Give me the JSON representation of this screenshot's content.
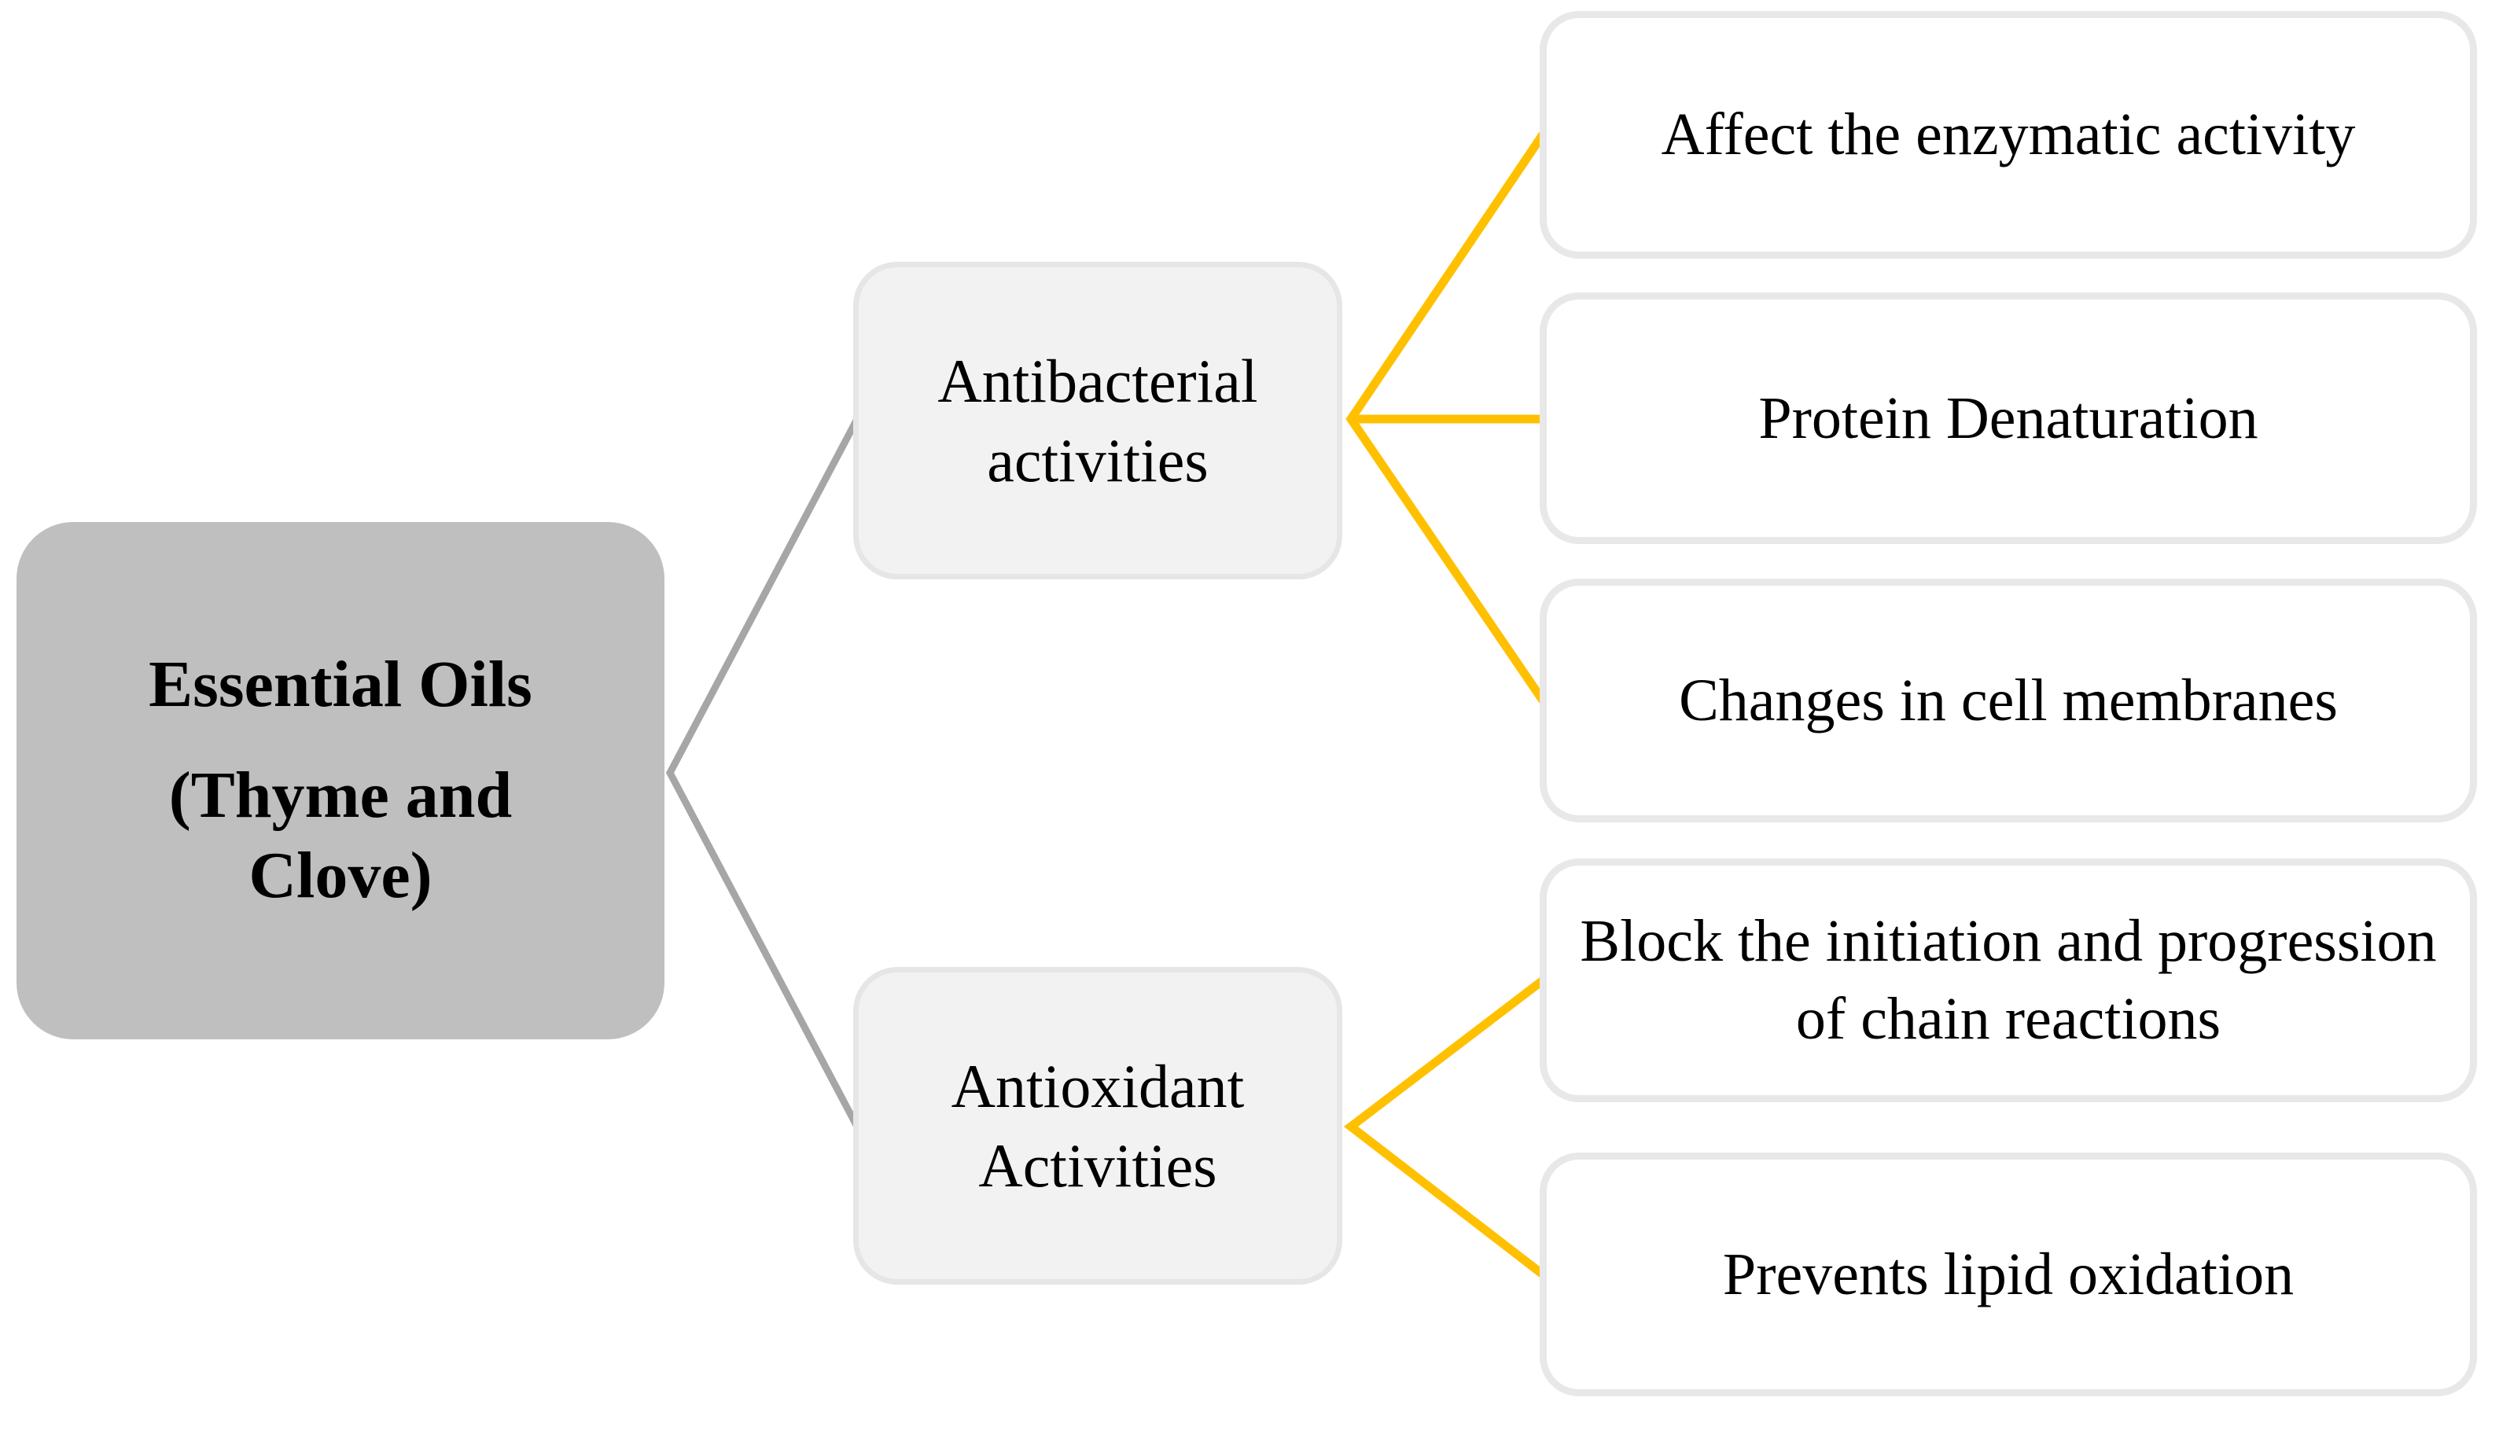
{
  "diagram": {
    "root": {
      "title": "Essential Oils",
      "subtitle": "(Thyme and Clove)"
    },
    "branches": [
      {
        "label": "Antibacterial activities",
        "children": [
          "Affect the enzymatic activity",
          "Protein Denaturation",
          "Changes in cell membranes"
        ]
      },
      {
        "label": "Antioxidant Activities",
        "children": [
          "Block the initiation and progression of chain reactions",
          "Prevents lipid oxidation"
        ]
      }
    ],
    "colors": {
      "background": "#ffffff",
      "root_fill": "#bfbfbf",
      "branch_fill": "#f2f2f2",
      "leaf_fill": "#ffffff",
      "box_border": "#e6e6e6",
      "connector_primary_gray": "#a6a6a6",
      "connector_secondary_gold": "#ffc000",
      "text": "#000000"
    }
  }
}
